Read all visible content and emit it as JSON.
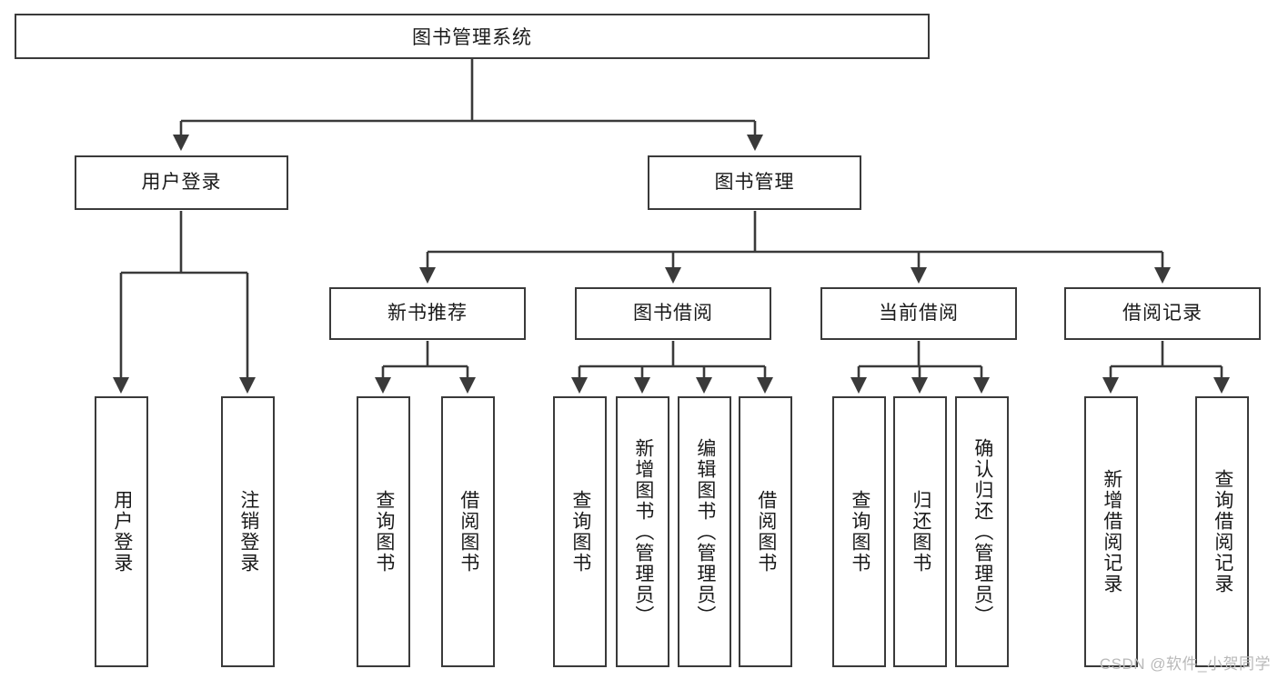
{
  "diagram": {
    "title": "图书管理系统",
    "type": "tree-hierarchy",
    "colors": {
      "box_border": "#3a3a3a",
      "box_fill": "#ffffff",
      "edge": "#3a3a3a",
      "text": "#1a1a1a",
      "watermark": "#b9b9b9",
      "background": "#ffffff"
    },
    "watermark": "CSDN @软件_小贺同学"
  },
  "nodes": {
    "root": {
      "label": "图书管理系统"
    },
    "level2": [
      {
        "label": "用户登录"
      },
      {
        "label": "图书管理"
      }
    ],
    "level3": [
      {
        "label": "新书推荐"
      },
      {
        "label": "图书借阅"
      },
      {
        "label": "当前借阅"
      },
      {
        "label": "借阅记录"
      }
    ],
    "leaves": {
      "user_login": [
        {
          "label": "用户登录"
        },
        {
          "label": "注销登录"
        }
      ],
      "new_book_recommend": [
        {
          "label": "查询图书"
        },
        {
          "label": "借阅图书"
        }
      ],
      "book_borrow": [
        {
          "label": "查询图书"
        },
        {
          "label": "新增图书（管理员）"
        },
        {
          "label": "编辑图书（管理员）"
        },
        {
          "label": "借阅图书"
        }
      ],
      "current_borrow": [
        {
          "label": "查询图书"
        },
        {
          "label": "归还图书"
        },
        {
          "label": "确认归还（管理员）"
        }
      ],
      "borrow_record": [
        {
          "label": "新增借阅记录"
        },
        {
          "label": "查询借阅记录"
        }
      ]
    }
  }
}
